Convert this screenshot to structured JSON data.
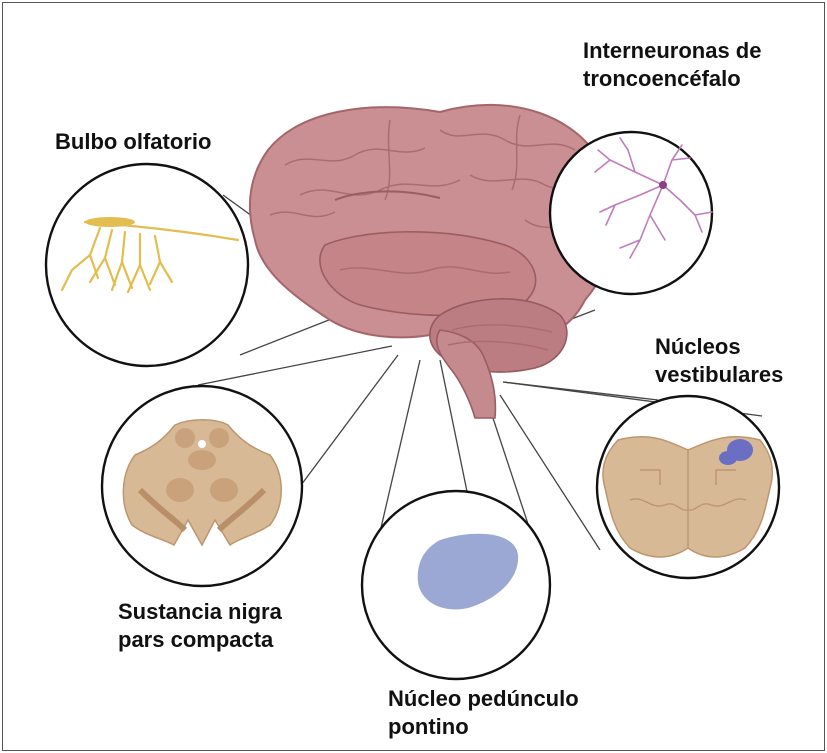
{
  "labels": {
    "bulbo": "Bulbo olfatorio",
    "interneuronas": [
      "Interneuronas de",
      "troncoencéfalo"
    ],
    "nucleos_vest": [
      "Núcleos",
      "vestibulares"
    ],
    "sustancia": [
      "Sustancia nigra",
      "pars compacta"
    ],
    "nucleo_ped": [
      "Núcleo pedúnculo",
      "pontino"
    ]
  },
  "colors": {
    "brain": "#c98f92",
    "brain_dark": "#a4666b",
    "neuron_olf": "#e2bd4f",
    "neuron_stem": "#c07dbb",
    "tissue": "#d8b995",
    "tissue_dark": "#bd9670",
    "nucleus_blue": "#9ca8d4",
    "vest_blue": "#6a6fc4"
  }
}
